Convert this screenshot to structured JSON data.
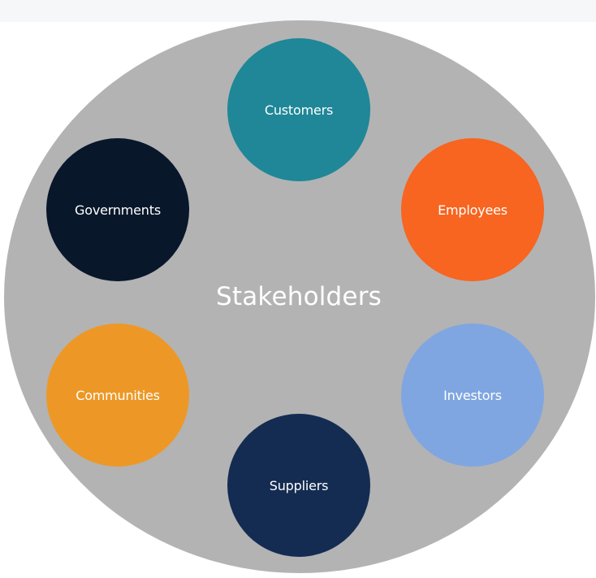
{
  "diagram": {
    "center_label": "Stakeholders",
    "nodes": [
      {
        "label": "Customers",
        "color": "#1f8797"
      },
      {
        "label": "Employees",
        "color": "#f76520"
      },
      {
        "label": "Investors",
        "color": "#7fa6e0"
      },
      {
        "label": "Suppliers",
        "color": "#142c52"
      },
      {
        "label": "Communities",
        "color": "#ed9826"
      },
      {
        "label": "Governments",
        "color": "#09172b"
      }
    ],
    "background_color": "#b3b3b3"
  }
}
